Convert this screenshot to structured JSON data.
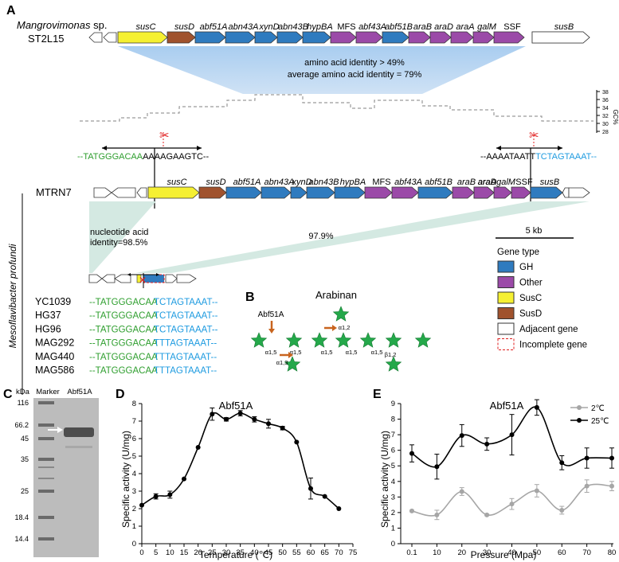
{
  "panels": {
    "A": "A",
    "B": "B",
    "C": "C",
    "D": "D",
    "E": "E"
  },
  "panelA": {
    "species_italic": "Mangrovimonas",
    "species_suffix": " sp.",
    "strain_top": "ST2L15",
    "strain_mid": "MTRN7",
    "genes": [
      "susC",
      "susD",
      "abf51A",
      "abn43A",
      "xynD",
      "abn43B",
      "hypBA",
      "MFS",
      "abf43A",
      "abf51B",
      "araB",
      "araD",
      "araA",
      "galM",
      "SSF",
      "susB"
    ],
    "identity_line1": "amino acid identity > 49%",
    "identity_line2": "average amino acid identity = 79%",
    "gc_label": "GC%",
    "gc_ticks": [
      "38",
      "36",
      "34",
      "32",
      "30",
      "28"
    ],
    "seq_left_green": "--TATGGGACAA",
    "seq_left_black": "AAAAGAAGTC--",
    "seq_right_black": "--AAAATAATT",
    "seq_right_blue": "TCTAGTAAAT--",
    "species_vertical": "Mesoflavibacter profundi",
    "nuc_identity_line1": "nucleotide acid",
    "nuc_identity_line2": "identity=98.5%",
    "identity_979": "97.9%",
    "scale_label": "5 kb",
    "strains": [
      {
        "name": "YC1039",
        "green": "--TATGGGACAA",
        "blue": "TCTAGTAAAT--"
      },
      {
        "name": "HG37",
        "green": "--TATGGGACAA",
        "blue": "TCTAGTAAAT--"
      },
      {
        "name": "HG96",
        "green": "--TATGGGACAA",
        "blue": "TCTAGTAAAT--"
      },
      {
        "name": "MAG292",
        "green": "--TATGGGACAA",
        "blue": "TTTAGTAAAT--"
      },
      {
        "name": "MAG440",
        "green": "--TATGGGACAA",
        "blue": "TTTAGTAAAT--"
      },
      {
        "name": "MAG586",
        "green": "--TATGGGACAA",
        "blue": "TTTAGTAAAT--"
      }
    ],
    "legend_title": "Gene type",
    "legend": [
      {
        "label": "GH",
        "color": "#2f7bbf"
      },
      {
        "label": "Other",
        "color": "#9b4aa8"
      },
      {
        "label": "SusC",
        "color": "#f5f032"
      },
      {
        "label": "SusD",
        "color": "#a0522d"
      },
      {
        "label": "Adjacent gene",
        "color": "#ffffff"
      },
      {
        "label": "Incomplete gene",
        "color": "dashed-red"
      }
    ]
  },
  "panelB": {
    "title": "Arabinan",
    "enzyme": "Abf51A",
    "bonds": [
      "α1,5",
      "α1,5",
      "α1,5",
      "α1,5",
      "α1,5",
      "α1,3",
      "α1,2",
      "β1,2"
    ]
  },
  "panelC": {
    "kda": "kDa",
    "marker": "Marker",
    "lane": "Abf51A",
    "sizes": [
      "116",
      "66.2",
      "45",
      "35",
      "25",
      "18.4",
      "14.4"
    ]
  },
  "chart_data": [
    {
      "type": "line",
      "title": "Abf51A",
      "xlabel": "Temperature (℃)",
      "ylabel": "Specific activity (U/mg)",
      "x": [
        0,
        5,
        10,
        15,
        20,
        25,
        30,
        35,
        40,
        45,
        50,
        55,
        60,
        65,
        70
      ],
      "xticks": [
        "0",
        "5",
        "10",
        "15",
        "20",
        "25",
        "30",
        "35",
        "40",
        "45",
        "50",
        "55",
        "60",
        "65",
        "70",
        "75"
      ],
      "yticks": [
        "0",
        "1",
        "2",
        "3",
        "4",
        "5",
        "6",
        "7",
        "8"
      ],
      "xlim": [
        0,
        75
      ],
      "ylim": [
        0,
        8
      ],
      "series": [
        {
          "values": [
            2.2,
            2.7,
            2.8,
            3.7,
            5.5,
            7.4,
            7.1,
            7.45,
            7.1,
            6.85,
            6.6,
            5.8,
            3.15,
            2.7,
            2.0
          ],
          "errors": [
            0.05,
            0.15,
            0.2,
            0.05,
            0.05,
            0.35,
            0.1,
            0.15,
            0.15,
            0.25,
            0.1,
            0.05,
            0.6,
            0.05,
            0.05
          ]
        }
      ]
    },
    {
      "type": "line",
      "title": "Abf51A",
      "xlabel": "Pressure (Mpa)",
      "ylabel": "Specific activity (U/mg)",
      "categories": [
        "0.1",
        "10",
        "20",
        "30",
        "40",
        "50",
        "60",
        "70",
        "80"
      ],
      "yticks": [
        "0",
        "1",
        "2",
        "3",
        "4",
        "5",
        "6",
        "7",
        "8",
        "9"
      ],
      "ylim": [
        0,
        9
      ],
      "legend_position": "top-right",
      "series": [
        {
          "name": "2℃",
          "color": "#a6a6a6",
          "values": [
            2.1,
            1.85,
            3.35,
            1.85,
            2.55,
            3.4,
            2.15,
            3.7,
            3.7
          ],
          "errors": [
            0.05,
            0.3,
            0.25,
            0.05,
            0.35,
            0.4,
            0.25,
            0.4,
            0.3
          ]
        },
        {
          "name": "25℃",
          "color": "#000000",
          "values": [
            5.8,
            4.95,
            6.95,
            6.4,
            7.0,
            8.75,
            5.2,
            5.5,
            5.5
          ],
          "errors": [
            0.55,
            0.8,
            0.7,
            0.4,
            1.3,
            0.5,
            0.45,
            0.65,
            0.65
          ]
        }
      ]
    }
  ]
}
